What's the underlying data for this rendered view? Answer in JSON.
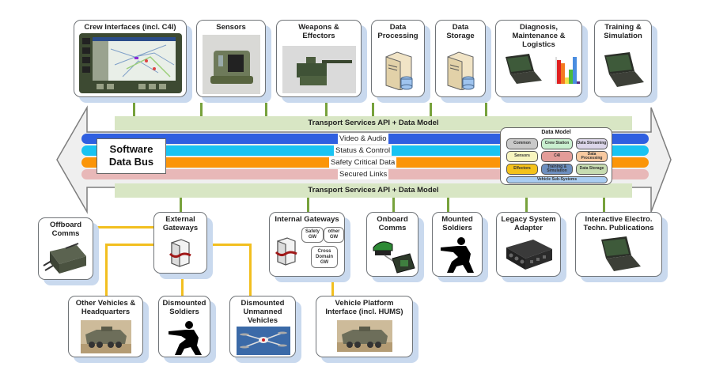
{
  "bus": {
    "title": "Software\nData Bus",
    "transport_top": "Transport Services API + Data Model",
    "transport_bottom": "Transport Services API + Data Model",
    "lanes": [
      {
        "label": "Video & Audio",
        "color": "#2f5fe0"
      },
      {
        "label": "Status & Control",
        "color": "#19c3f2"
      },
      {
        "label": "Safety Critical Data",
        "color": "#fb9509"
      },
      {
        "label": "Secured Links",
        "color": "#e8b8b8"
      }
    ]
  },
  "data_model": {
    "title": "Data Model",
    "chips": [
      {
        "label": "Common",
        "color": "#c9c9c9"
      },
      {
        "label": "Crew Station",
        "color": "#c9efcf"
      },
      {
        "label": "Data Streaming",
        "color": "#dcd6ea"
      },
      {
        "label": "Sensors",
        "color": "#f8f5bf"
      },
      {
        "label": "C4I",
        "color": "#e39c98"
      },
      {
        "label": "Data Processing",
        "color": "#f8c9a0"
      },
      {
        "label": "Effectors",
        "color": "#f4c21a"
      },
      {
        "label": "Training & Simulation",
        "color": "#6d8fbf"
      },
      {
        "label": "Data Storage",
        "color": "#c7dcb1"
      }
    ],
    "footer": {
      "label": "Vehicle Sub-Systems",
      "color": "#a9cdf2"
    }
  },
  "top_boxes": [
    {
      "title": "Crew Interfaces (incl. C4I)",
      "icon": "tablet-map-icon"
    },
    {
      "title": "Sensors",
      "icon": "sensor-turret-icon"
    },
    {
      "title": "Weapons &\nEffectors",
      "icon": "weapon-station-icon"
    },
    {
      "title": "Data\nProcessing",
      "icon": "server-database-icon"
    },
    {
      "title": "Data\nStorage",
      "icon": "server-database-icon"
    },
    {
      "title": "Diagnosis,\nMaintenance &\nLogistics",
      "icon": "laptop-chart-icon"
    },
    {
      "title": "Training &\nSimulation",
      "icon": "laptop-icon"
    }
  ],
  "bottom_boxes": [
    {
      "title": "External\nGateways",
      "icon": "gateway-server-icon"
    },
    {
      "title": "Internal Gateways",
      "icon": "gateway-server-icon",
      "sub_gateways": [
        "Safety\nGW",
        "other\nGW",
        "Cross\nDomain\nGW"
      ]
    },
    {
      "title": "Onboard\nComms",
      "icon": "radio-equipment-icon"
    },
    {
      "title": "Mounted\nSoldiers",
      "icon": "soldier-silhouette-icon"
    },
    {
      "title": "Legacy System\nAdapter",
      "icon": "adapter-box-icon"
    },
    {
      "title": "Interactive Electro.\nTechn. Publications",
      "icon": "laptop-icon"
    }
  ],
  "external_boxes": [
    {
      "title": "Offboard\nComms",
      "icon": "radio-set-icon"
    },
    {
      "title": "Other Vehicles &\nHeadquarters",
      "icon": "armored-vehicle-icon"
    },
    {
      "title": "Dismounted\nSoldiers",
      "icon": "soldier-silhouette-icon"
    },
    {
      "title": "Dismounted\nUnmanned\nVehicles",
      "icon": "drone-icon"
    },
    {
      "title": "Vehicle Platform\nInterface (incl. HUMS)",
      "icon": "armored-vehicle-icon"
    }
  ]
}
